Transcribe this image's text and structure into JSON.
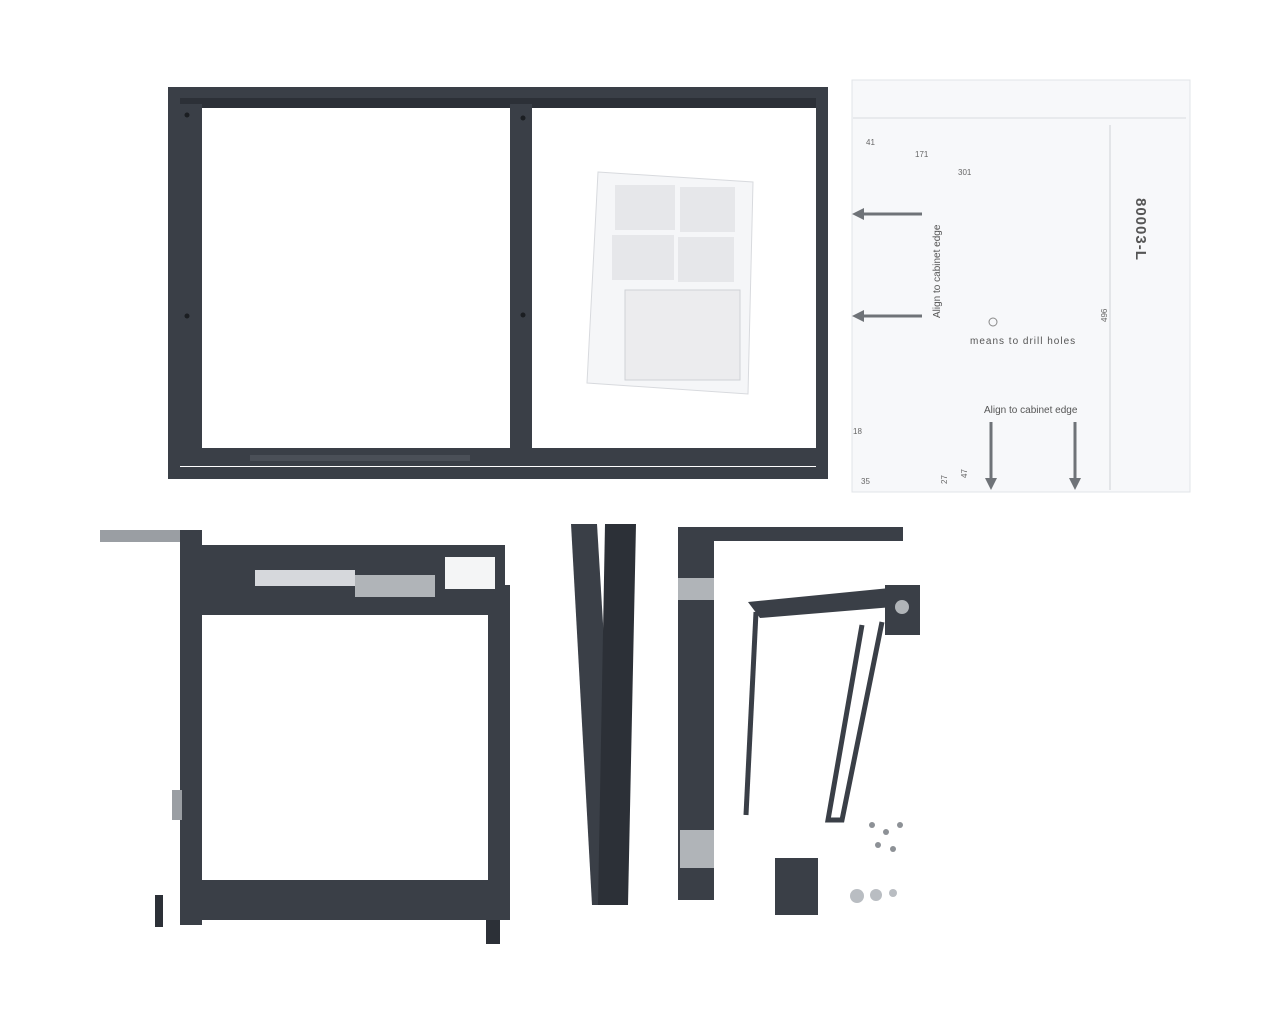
{
  "template": {
    "part_number": "80003-L",
    "align_edge_vertical": "Align to cabinet edge",
    "align_edge_bottom": "Align to cabinet edge",
    "drill_note": "means to drill holes",
    "dims": {
      "d41": "41",
      "d171": "171",
      "d301": "301",
      "d496": "496",
      "d18": "18",
      "d35": "35",
      "d27": "27",
      "d47": "47"
    }
  },
  "colors": {
    "frame": "#3a3f47",
    "frame_dark": "#2c3037",
    "paper": "#f7f8fa",
    "hardware": "#b0b4b8"
  }
}
